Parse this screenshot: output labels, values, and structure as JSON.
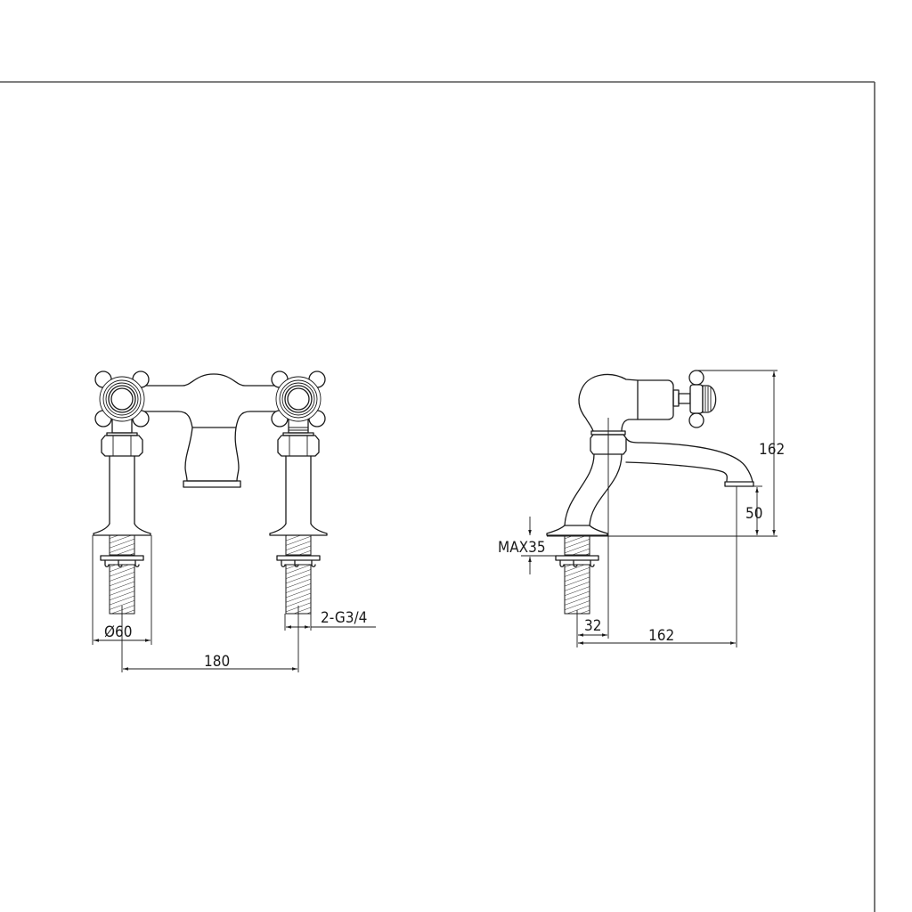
{
  "drawing": {
    "type": "technical-drawing",
    "subject": "bath pillar tap (two-handle bridge tap) with cross-head handles",
    "line_color": "#1a1a1a",
    "frame_color": "#555555",
    "views": [
      {
        "name": "front-view",
        "dimensions": {
          "base_diameter": "Ø60",
          "center_distance": "180",
          "thread_connection": "2-G3/4"
        }
      },
      {
        "name": "side-view",
        "dimensions": {
          "total_height": "162",
          "spout_height": "50",
          "max_deck_thickness": "MAX35",
          "inlet_offset": "32",
          "spout_reach": "162"
        }
      }
    ]
  },
  "labels": {
    "front_base_diameter": "Ø60",
    "front_center_distance": "180",
    "front_thread": "2-G3/4",
    "side_height": "162",
    "side_spout_height": "50",
    "side_max_deck": "MAX35",
    "side_offset": "32",
    "side_reach": "162"
  }
}
